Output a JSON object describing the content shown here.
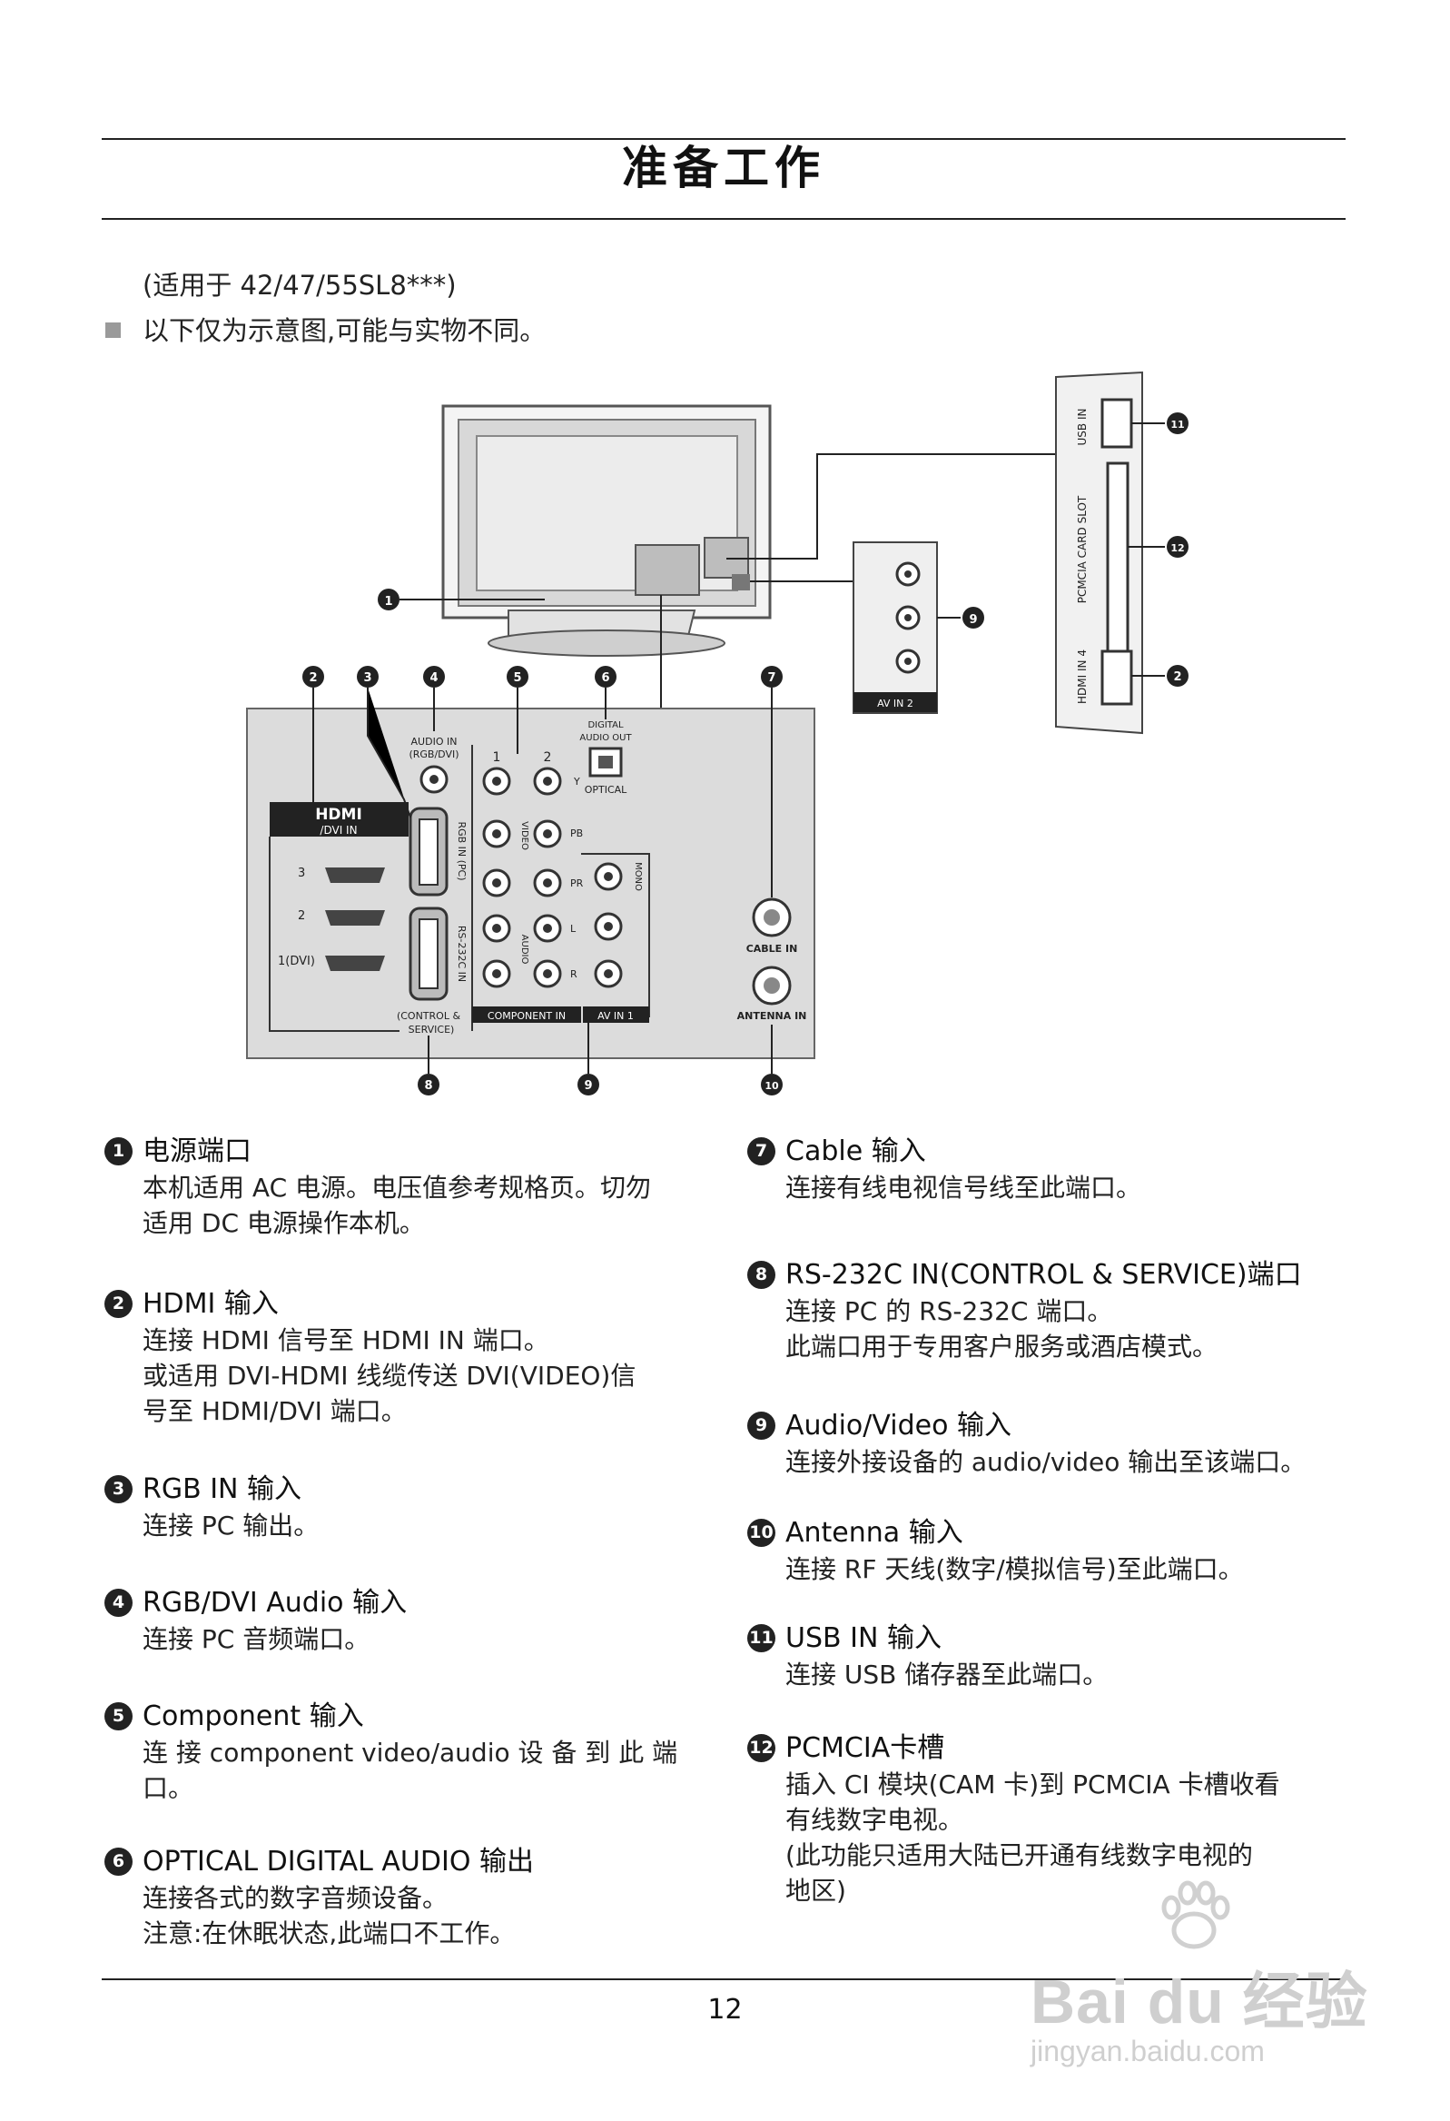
{
  "page_title": "准备工作",
  "applies_to": "(适用于 42/47/55SL8***)",
  "note": "以下仅为示意图,可能与实物不同。",
  "diagram_labels": {
    "hdmi_logo": "HDMI",
    "dvi_in": "/DVI IN",
    "hdmi_3": "3",
    "hdmi_2": "2",
    "hdmi_1": "1(DVI)",
    "audio_in": "AUDIO IN",
    "audio_in_sub": "(RGB/DVI)",
    "digital_audio_out": "DIGITAL",
    "digital_audio_out2": "AUDIO OUT",
    "optical": "OPTICAL",
    "rgb_in_pc": "RGB IN (PC)",
    "rs232c_in": "RS-232C IN",
    "control_service": "(CONTROL &",
    "control_service2": "SERVICE)",
    "col1": "1",
    "col2": "2",
    "video": "VIDEO",
    "audio": "AUDIO",
    "mono": "MONO",
    "l": "L",
    "r": "R",
    "y": "Y",
    "pb": "PB",
    "pr": "PR",
    "component_in": "COMPONENT IN",
    "av_in1": "AV IN 1",
    "cable_in": "CABLE IN",
    "antenna_in": "ANTENNA IN",
    "av_in2": "AV IN 2",
    "usb_in": "USB IN",
    "pcmcia_slot": "PCMCIA CARD SLOT",
    "hdmi_in4": "HDMI IN 4"
  },
  "items": [
    {
      "num": "1",
      "head": "电源端口",
      "body": [
        "本机适用 AC 电源。电压值参考规格页。切勿",
        "适用 DC 电源操作本机。"
      ]
    },
    {
      "num": "2",
      "head": "HDMI 输入",
      "body": [
        "连接 HDMI 信号至 HDMI IN 端口。",
        "或适用 DVI-HDMI 线缆传送 DVI(VIDEO)信",
        "号至 HDMI/DVI 端口。"
      ]
    },
    {
      "num": "3",
      "head": "RGB IN 输入",
      "body": [
        "连接 PC 输出。"
      ]
    },
    {
      "num": "4",
      "head": "RGB/DVI Audio 输入",
      "body": [
        "连接 PC 音频端口。"
      ]
    },
    {
      "num": "5",
      "head": "Component 输入",
      "body": [
        "连 接 component video/audio 设 备 到 此 端",
        "口。"
      ]
    },
    {
      "num": "6",
      "head": "OPTICAL DIGITAL AUDIO 输出",
      "body": [
        "连接各式的数字音频设备。",
        "注意:在休眠状态,此端口不工作。"
      ]
    },
    {
      "num": "7",
      "head": "Cable 输入",
      "body": [
        "连接有线电视信号线至此端口。"
      ]
    },
    {
      "num": "8",
      "head": "RS-232C IN(CONTROL & SERVICE)端口",
      "body": [
        "连接 PC 的 RS-232C 端口。",
        "此端口用于专用客户服务或酒店模式。"
      ]
    },
    {
      "num": "9",
      "head": "Audio/Video 输入",
      "body": [
        "连接外接设备的 audio/video 输出至该端口。"
      ]
    },
    {
      "num": "10",
      "head": "Antenna 输入",
      "body": [
        "连接 RF 天线(数字/模拟信号)至此端口。"
      ]
    },
    {
      "num": "11",
      "head": "USB IN 输入",
      "body": [
        "连接 USB 储存器至此端口。"
      ]
    },
    {
      "num": "12",
      "head": "PCMCIA卡槽",
      "body": [
        "插入 CI 模块(CAM 卡)到 PCMCIA 卡槽收看",
        "有线数字电视。",
        "(此功能只适用大陆已开通有线数字电视的",
        "地区)"
      ]
    }
  ],
  "page_number": "12",
  "watermark": {
    "brand": "Bai du 经验",
    "url": "jingyan.baidu.com"
  }
}
